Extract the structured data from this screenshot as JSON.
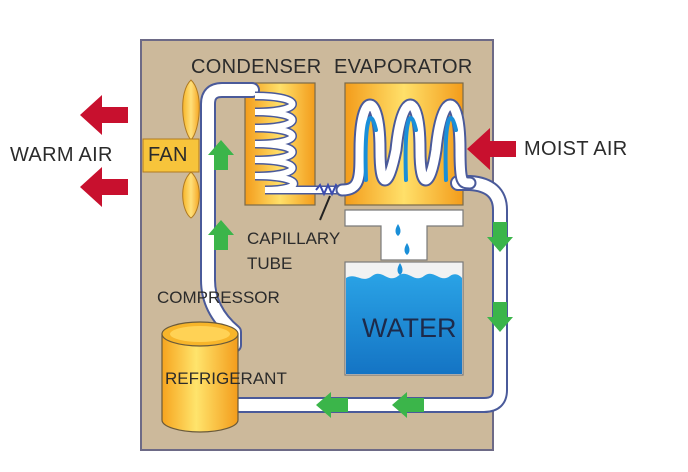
{
  "labels": {
    "condenser": "CONDENSER",
    "evaporator": "EVAPORATOR",
    "warm_air": "WARM AIR",
    "fan": "FAN",
    "moist_air": "MOIST AIR",
    "capillary_tube": [
      "CAPILLARY",
      "TUBE"
    ],
    "compressor": "COMPRESSOR",
    "water": "WATER",
    "refrigerant": "REFRIGERANT"
  },
  "icons": {
    "airflow": "red-arrow-icon",
    "flow": "green-arrow-icon"
  },
  "colors": {
    "housing": "#ccb99b",
    "housing_border": "#6d6a86",
    "warm_air_arrow": "#c8102e",
    "moist_air_arrow": "#c8102e",
    "flow_arrow": "#3bb54a",
    "coil_panel": "#f8c02e",
    "water": "#1a8fd8",
    "tube": "#ffffff",
    "tube_outline": "#4a5a9a"
  }
}
